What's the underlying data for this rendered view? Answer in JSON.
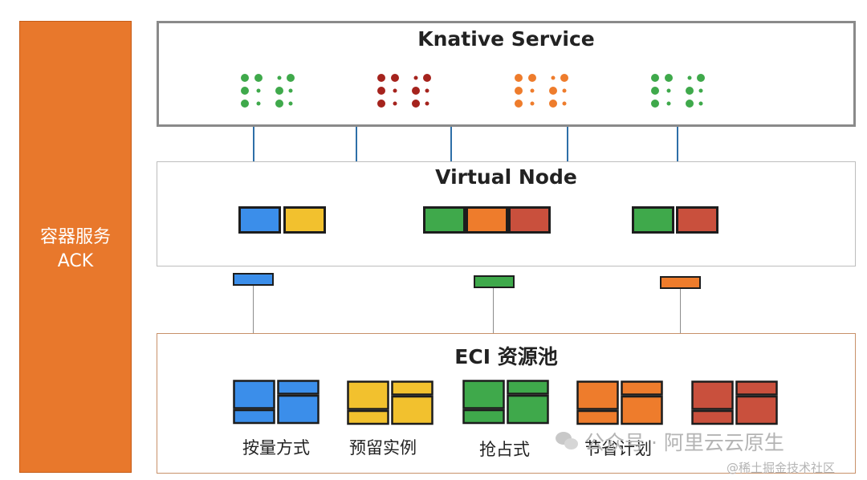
{
  "ack": {
    "line1": "容器服务",
    "line2": "ACK"
  },
  "knative": {
    "title": "Knative Service"
  },
  "virtual_node": {
    "title": "Virtual Node"
  },
  "eci": {
    "title": "ECI 资源池",
    "modes": [
      {
        "label": "按量方式"
      },
      {
        "label": "预留实例"
      },
      {
        "label": "抢占式"
      },
      {
        "label": "节省计划"
      },
      {
        "label": ""
      }
    ]
  },
  "colors": {
    "blue": "#3b8eea",
    "yellow": "#f2c12e",
    "green": "#3fa94b",
    "orange": "#ee7c2c",
    "red": "#c9503d",
    "dark_red": "#a5231d",
    "ack_orange": "#e8782c"
  },
  "watermark": {
    "account": "公众号 · 阿里云云原生",
    "site": "@稀土掘金技术社区"
  }
}
